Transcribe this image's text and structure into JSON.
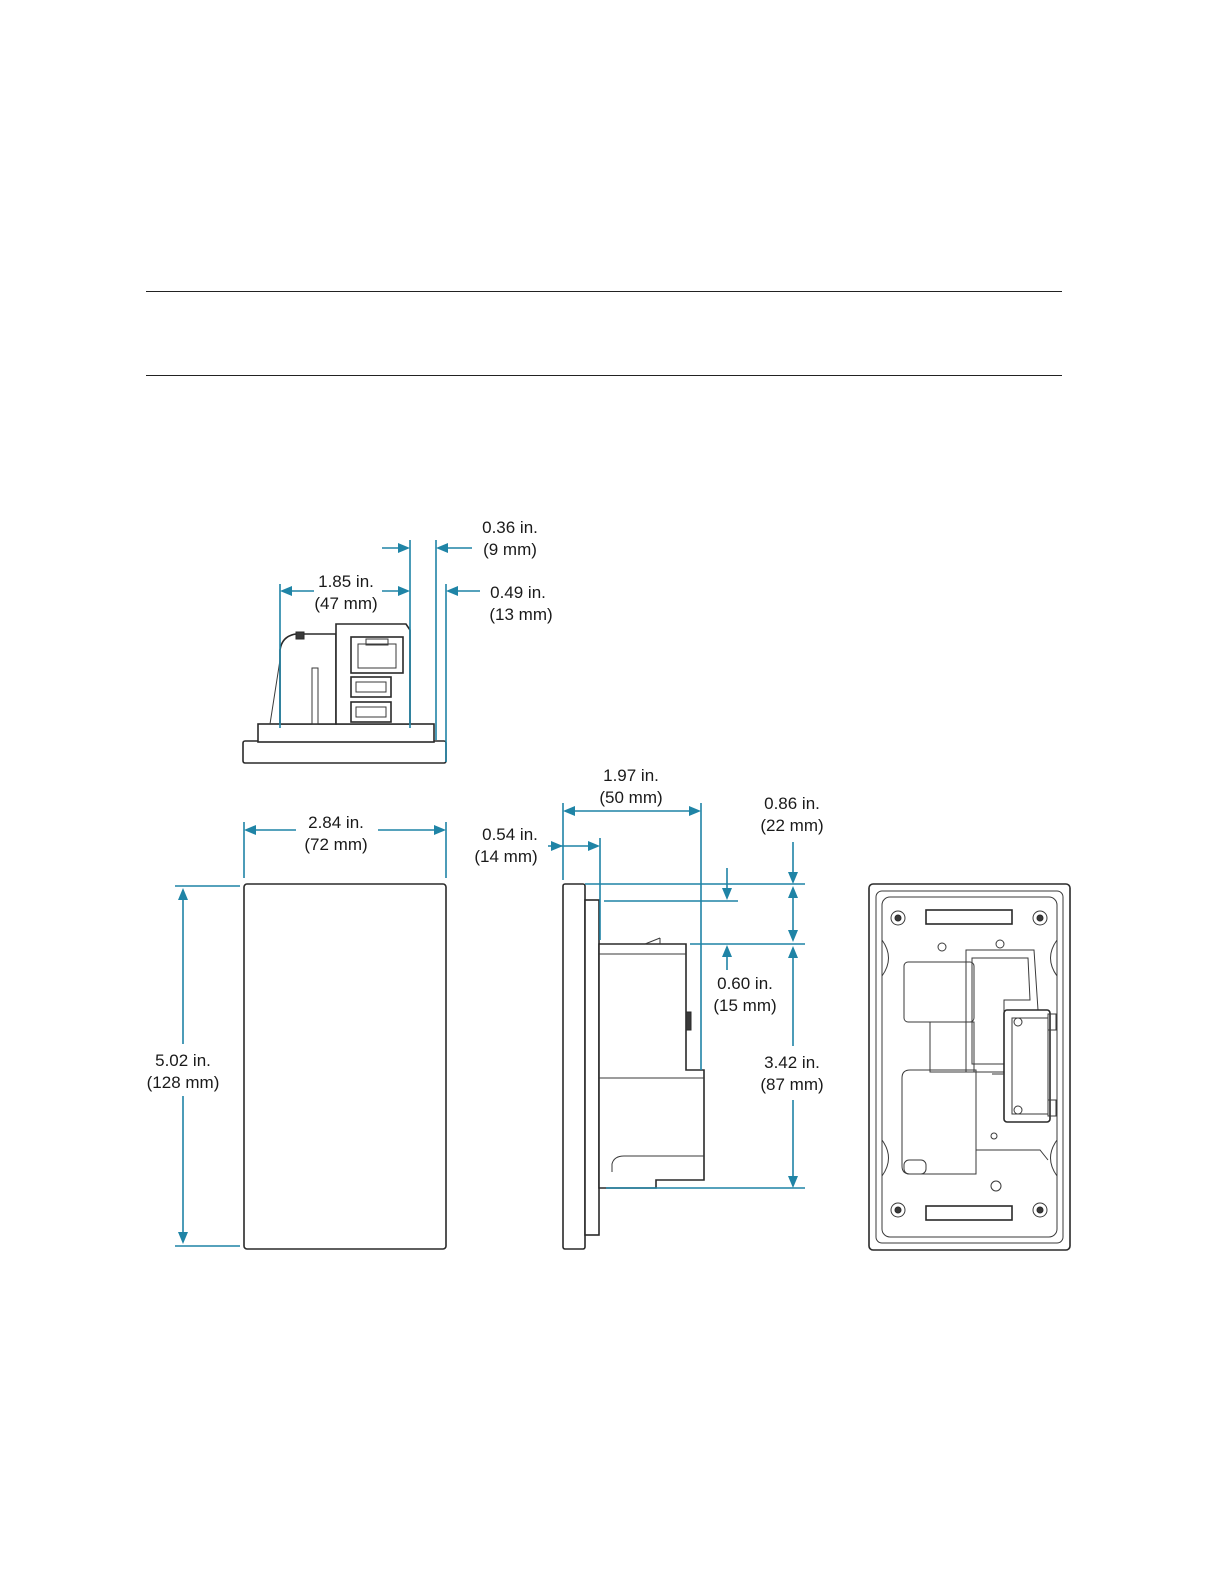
{
  "dimensions": {
    "top_depth_front": {
      "line1": "0.36 in.",
      "line2": "(9 mm)"
    },
    "top_depth_body": {
      "line1": "1.85 in.",
      "line2": "(47 mm)"
    },
    "top_depth_total": {
      "line1": "0.49 in.",
      "line2": "(13 mm)"
    },
    "front_width": {
      "line1": "2.84 in.",
      "line2": "(72 mm)"
    },
    "front_height": {
      "line1": "5.02 in.",
      "line2": "(128 mm)"
    },
    "side_depth_total": {
      "line1": "1.97 in.",
      "line2": "(50 mm)"
    },
    "side_depth_face": {
      "line1": "0.54 in.",
      "line2": "(14 mm)"
    },
    "side_offset_top": {
      "line1": "0.86 in.",
      "line2": "(22 mm)"
    },
    "side_offset_body": {
      "line1": "0.60 in.",
      "line2": "(15 mm)"
    },
    "side_body_height": {
      "line1": "3.42 in.",
      "line2": "(87 mm)"
    }
  }
}
